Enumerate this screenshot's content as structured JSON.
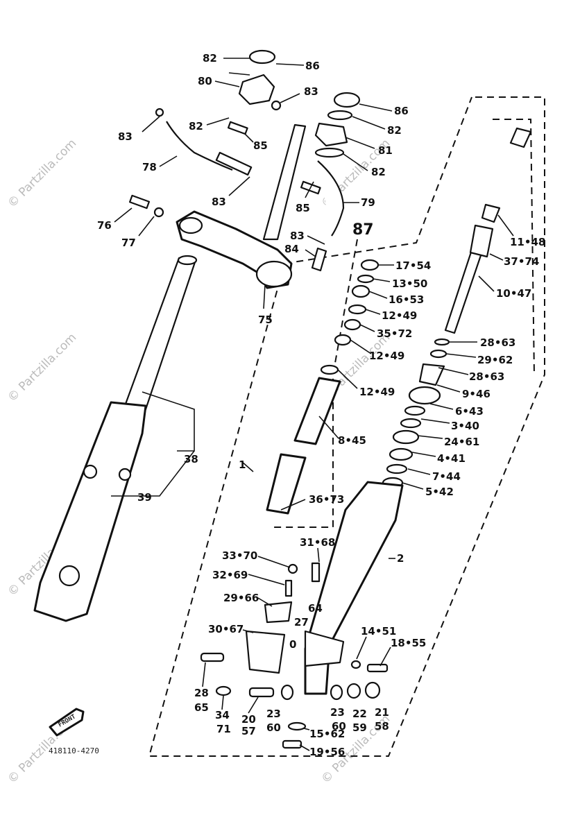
{
  "watermark": "© Partzilla.com",
  "diagram_code": "418110-4270",
  "front_arrow_label": "FRONT",
  "labels": {
    "l1": "1",
    "l2": "2",
    "l38": "38",
    "l39": "39",
    "l75": "75",
    "l76": "76",
    "l77": "77",
    "l78": "78",
    "l79": "79",
    "l80": "80",
    "l81": "81",
    "l82a": "82",
    "l82b": "82",
    "l82c": "82",
    "l82d": "82",
    "l83a": "83",
    "l83b": "83",
    "l83c": "83",
    "l83d": "83",
    "l84": "84",
    "l85a": "85",
    "l85b": "85",
    "l86a": "86",
    "l86b": "86",
    "l87": "87",
    "l1148": "11•48",
    "l3774": "37•74",
    "l1047": "10•47",
    "l2863a": "28•63",
    "l2962": "29•62",
    "l2863b": "28•63",
    "l946": "9•46",
    "l643": "6•43",
    "l340": "3•40",
    "l2461": "24•61",
    "l441": "4•41",
    "l744": "7•44",
    "l542": "5•42",
    "l1754": "17•54",
    "l1350": "13•50",
    "l1653": "16•53",
    "l1249a": "12•49",
    "l3572": "35•72",
    "l1249b": "12•49",
    "l1249c": "12•49",
    "l845": "8•45",
    "l3673": "36•73",
    "l3168": "31•68",
    "l3370": "33•70",
    "l3269": "32•69",
    "l2966": "29•66",
    "l27": "27",
    "l64": "64",
    "l0": "0",
    "l3067": "30•67",
    "l1451": "14•51",
    "l1855": "18•55",
    "l28": "28",
    "l65": "65",
    "l34": "34",
    "l71": "71",
    "l20": "20",
    "l57": "57",
    "l23a": "23",
    "l60a": "60",
    "l23b": "23",
    "l60b": "60",
    "l22": "22",
    "l59": "59",
    "l21": "21",
    "l58": "58",
    "l1562": "15•62",
    "l1956": "19•56"
  }
}
